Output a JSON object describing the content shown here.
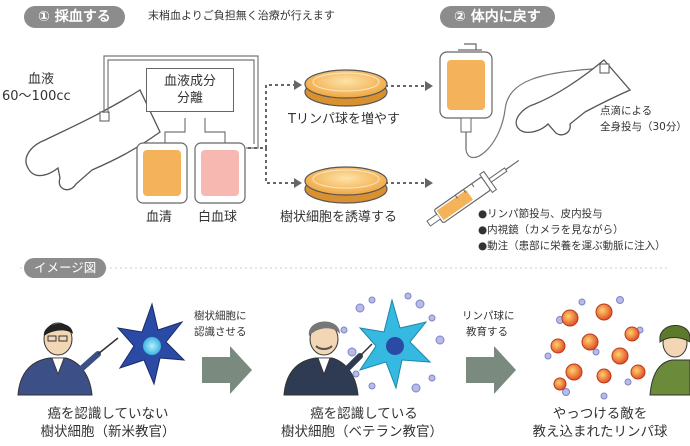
{
  "section1": {
    "num": "①",
    "label": "採血する",
    "note": "末梢血よりご負担無く治療が行えます"
  },
  "section2": {
    "num": "②",
    "label": "体内に戻す"
  },
  "blood": {
    "label": "血液",
    "amount": "60〜100cc"
  },
  "separation": {
    "line1": "血液成分",
    "line2": "分離"
  },
  "bags": {
    "serum": "血清",
    "wbc": "白血球"
  },
  "culture": {
    "t_cell": "Tリンパ球を増やす",
    "dendritic": "樹状細胞を誘導する"
  },
  "infusion": {
    "line1": "点滴による",
    "line2": "全身投与（30分）"
  },
  "methods": [
    "●リンパ節投与、皮内投与",
    "●内視鏡（カメラを見ながら）",
    "●動注（患部に栄養を運ぶ動脈に注入）"
  ],
  "image_badge": "イメージ図",
  "step_labels": {
    "a_line1": "樹状細胞に",
    "a_line2": "認識させる",
    "b_line1": "リンパ球に",
    "b_line2": "教育する"
  },
  "captions": {
    "c1_line1": "癌を認識していない",
    "c1_line2": "樹状細胞（新米教官）",
    "c2_line1": "癌を認識している",
    "c2_line2": "樹状細胞（ベテラン教官）",
    "c3_line1": "やっつける敵を",
    "c3_line2": "教え込まれたリンパ球"
  },
  "colors": {
    "accent": "#8c8c8c",
    "orange": "#f0a640",
    "pink": "#f6b8b0",
    "cyan": "#35b9e0",
    "red": "#e2502a",
    "lavender": "#9b9ed6"
  }
}
